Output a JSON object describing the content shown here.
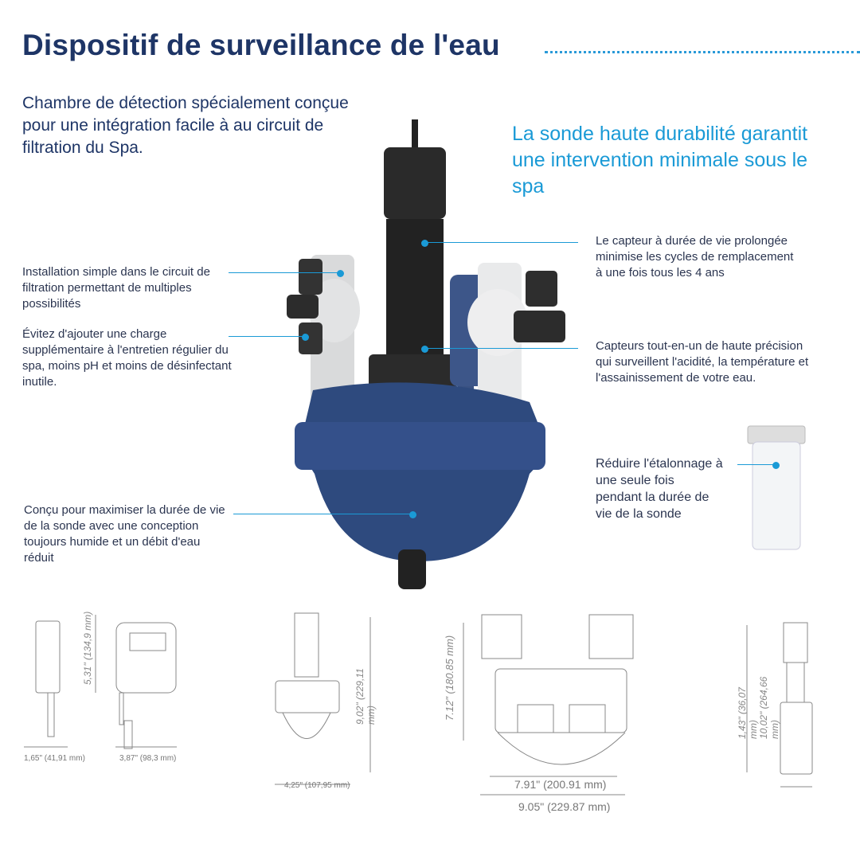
{
  "title": "Dispositif de surveillance de l'eau",
  "intro": "Chambre de détection spécialement conçue pour une intégration facile à au circuit de filtration du Spa.",
  "probe_headline": "La sonde haute durabilité garantit une intervention minimale sous le spa",
  "callouts": {
    "installation": "Installation simple dans le circuit de filtration permettant de multiples possibilités",
    "charge": "Évitez d'ajouter une charge supplémentaire à l'entretien régulier du spa, moins pH et moins de désinfectant inutile.",
    "humide": "Conçu pour maximiser la durée de vie de la sonde avec une conception toujours humide et un débit d'eau réduit",
    "capteur": "Le capteur à durée de vie prolongée minimise les cycles de remplacement à une fois tous les 4 ans",
    "toutenun": "Capteurs tout-en-un de haute précision qui surveillent l'acidité, la température et l'assainissement de votre eau.",
    "etalonnage": "Réduire l'étalonnage à une seule fois pendant la durée de vie de la sonde"
  },
  "dimensions": {
    "ctrl_depth": "1,65\" (41,91 mm)",
    "ctrl_height": "5,31\" (134,9 mm)",
    "ctrl_width": "3,87\" (98,3 mm)",
    "side_height": "9,02\" (229,11 mm)",
    "side_width": "4,25\" (107,95 mm)",
    "front_height": "7.12\" (180.85 mm)",
    "front_inner": "7.91\" (200.91 mm)",
    "front_outer": "9.05\" (229.87 mm)",
    "probe_cap": "1,43\" (36,07 mm)",
    "probe_len": "10,02\" (264,66 mm)"
  },
  "colors": {
    "navy": "#1e3566",
    "accent": "#1a9ad6",
    "housing": "#2e4a7e"
  }
}
